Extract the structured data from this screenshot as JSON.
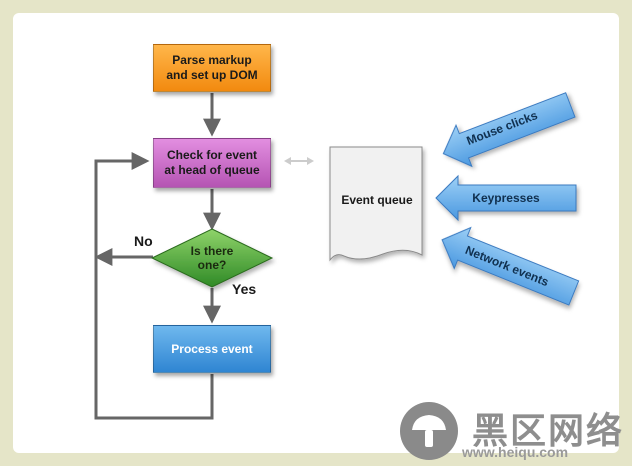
{
  "nodes": {
    "parse": "Parse markup\nand set up DOM",
    "check": "Check for event\nat head of queue",
    "decision": "Is there\none?",
    "process": "Process event",
    "queue": "Event queue"
  },
  "edge_labels": {
    "no": "No",
    "yes": "Yes"
  },
  "inputs": [
    "Mouse clicks",
    "Keypresses",
    "Network events"
  ],
  "watermark": {
    "chars": "黑区网络",
    "url": "www.heiqu.com"
  },
  "colors": {
    "parse": "#f28a0f",
    "check": "#b554b3",
    "decision": "#3a9a2e",
    "process": "#2f85d2",
    "input_arrow": "#5aa8e8",
    "connector": "#666666"
  }
}
